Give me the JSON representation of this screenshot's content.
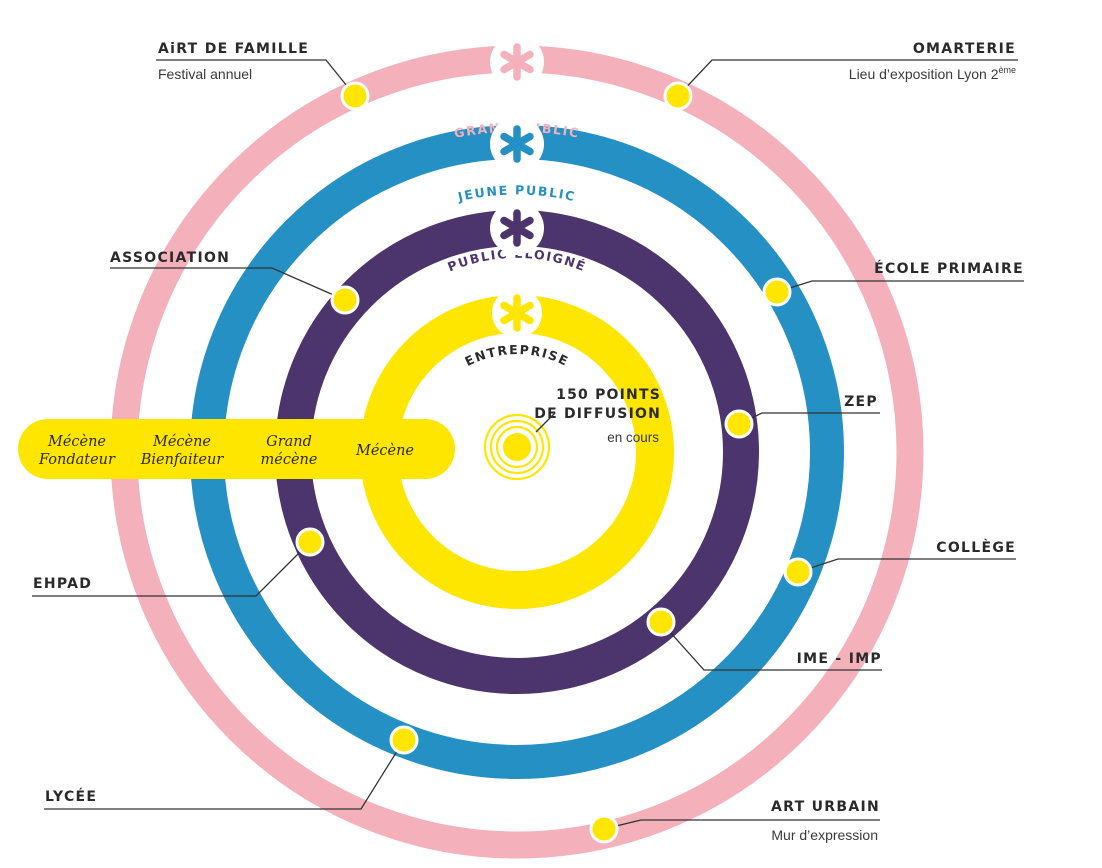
{
  "colors": {
    "pink": "#f4b1bb",
    "blue": "#2490c4",
    "purple": "#4c346c",
    "yellow": "#ffe600",
    "text": "#2a2a2a"
  },
  "rings": [
    {
      "label": "GRAND PUBLIC",
      "color": "#f4b1bb",
      "label_color": "#f4b1bb"
    },
    {
      "label": "JEUNE PUBLIC",
      "color": "#2490c4",
      "label_color": "#2490c4"
    },
    {
      "label": "PUBLIC ÉLOIGNÉ",
      "color": "#4c346c",
      "label_color": "#4c346c"
    },
    {
      "label": "ENTREPRISE",
      "color": "#ffe600",
      "label_color": "#2a2a2a"
    }
  ],
  "center": {
    "title_line1": "150 POINTS",
    "title_line2": "DE DIFFUSION",
    "subtitle": "en cours"
  },
  "mecenat": [
    {
      "line1": "Mécène",
      "line2": "Fondateur"
    },
    {
      "line1": "Mécène",
      "line2": "Bienfaiteur"
    },
    {
      "line1": "Grand",
      "line2": "mécène"
    },
    {
      "line1": "Mécène",
      "line2": ""
    }
  ],
  "labels": {
    "airt": {
      "title": "AiRT DE FAMILLE",
      "subtitle": "Festival annuel"
    },
    "omarterie": {
      "title": "OMARTERIE",
      "subtitle": "Lieu d’exposition Lyon 2",
      "superscript": "ème"
    },
    "association": {
      "title": "ASSOCIATION"
    },
    "ecole": {
      "title": "ÉCOLE PRIMAIRE"
    },
    "zep": {
      "title": "ZEP"
    },
    "college": {
      "title": "COLLÈGE"
    },
    "ehpad": {
      "title": "EHPAD"
    },
    "ime": {
      "title": "IME - IMP"
    },
    "lycee": {
      "title": "LYCÉE"
    },
    "art_urbain": {
      "title": "ART URBAIN",
      "subtitle": "Mur d’expression"
    }
  },
  "icons": [
    "asterisk-icon",
    "target-icon"
  ]
}
